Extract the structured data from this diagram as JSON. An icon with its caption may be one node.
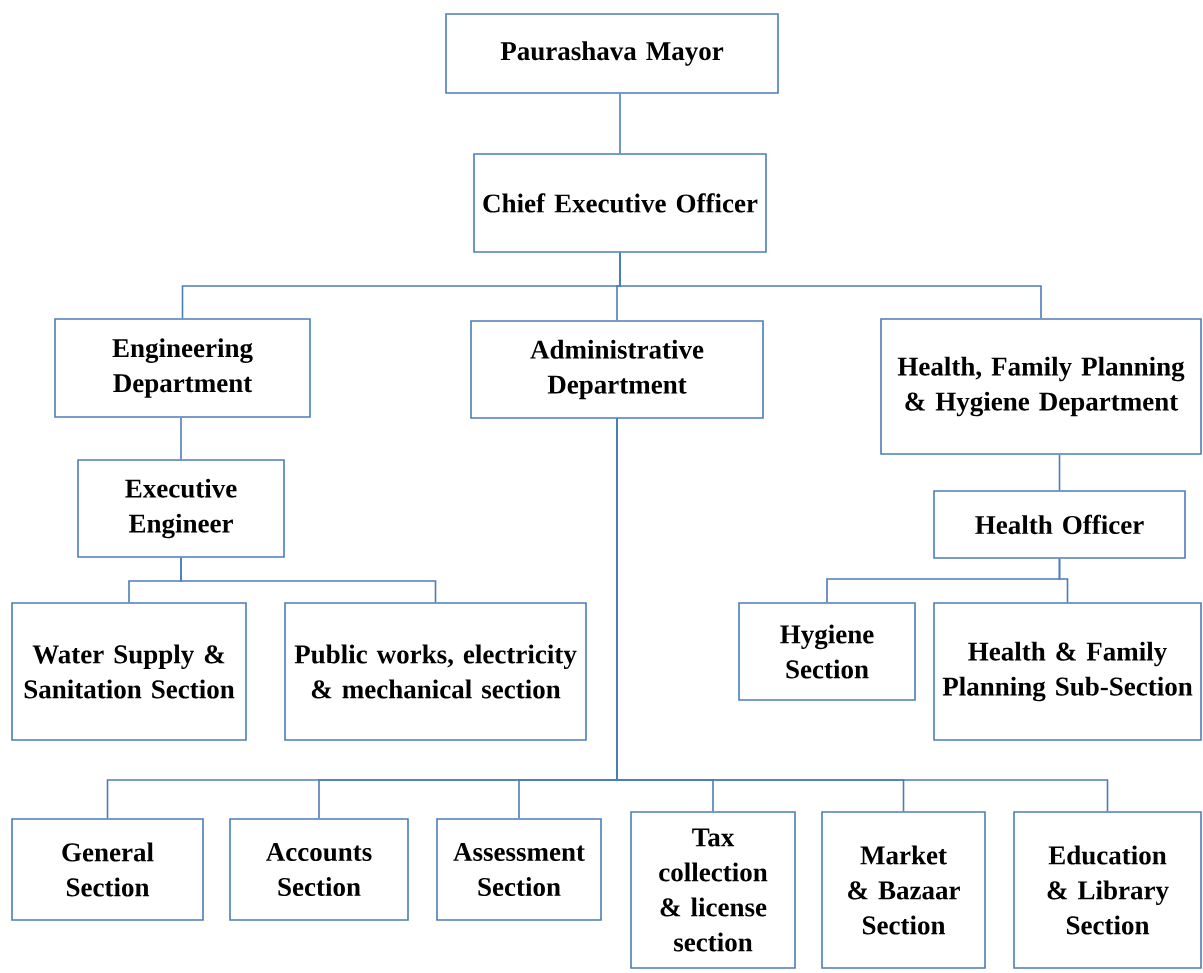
{
  "diagram": {
    "nodes": [
      {
        "text": [
          "Paurashava Mayor"
        ]
      },
      {
        "text": [
          "Chief Executive Officer"
        ]
      },
      {
        "text": [
          "Engineering Department"
        ]
      },
      {
        "text": [
          "Administrative Department"
        ]
      },
      {
        "text": [
          "Health, Family Planning & Hygiene Department"
        ]
      },
      {
        "text": [
          "Executive Engineer"
        ]
      },
      {
        "text": [
          "Water Supply & Sanitation Section"
        ]
      },
      {
        "text": [
          "Public works, electricity & mechanical section"
        ]
      },
      {
        "text": [
          "Health Officer"
        ]
      },
      {
        "text": [
          "Hygiene Section"
        ]
      },
      {
        "text": [
          "Health & Family Planning Sub-Section"
        ]
      },
      {
        "text": [
          "General Section"
        ]
      },
      {
        "text": [
          "Accounts Section"
        ]
      },
      {
        "text": [
          "Assessment Section"
        ]
      },
      {
        "text": [
          "Tax collection & license section"
        ]
      },
      {
        "text": [
          "Market & Bazaar Section"
        ]
      },
      {
        "text": [
          "Education & Library Section"
        ]
      }
    ],
    "edges": [
      {
        "from": 0,
        "to": 1,
        "arrow": "none"
      },
      {
        "from": 1,
        "to": 2,
        "arrow": "none"
      },
      {
        "from": 1,
        "to": 3,
        "arrow": "none"
      },
      {
        "from": 1,
        "to": 4,
        "arrow": "none"
      },
      {
        "from": 2,
        "to": 5,
        "arrow": "none"
      },
      {
        "from": 5,
        "to": 6,
        "arrow": "none"
      },
      {
        "from": 5,
        "to": 7,
        "arrow": "none"
      },
      {
        "from": 4,
        "to": 8,
        "arrow": "none"
      },
      {
        "from": 8,
        "to": 9,
        "arrow": "none"
      },
      {
        "from": 8,
        "to": 10,
        "arrow": "none"
      },
      {
        "from": 3,
        "to": 11,
        "arrow": "none"
      },
      {
        "from": 3,
        "to": 12,
        "arrow": "none"
      },
      {
        "from": 3,
        "to": 13,
        "arrow": "none"
      },
      {
        "from": 3,
        "to": 14,
        "arrow": "none"
      },
      {
        "from": 3,
        "to": 15,
        "arrow": "none"
      },
      {
        "from": 3,
        "to": 16,
        "arrow": "none"
      }
    ]
  }
}
